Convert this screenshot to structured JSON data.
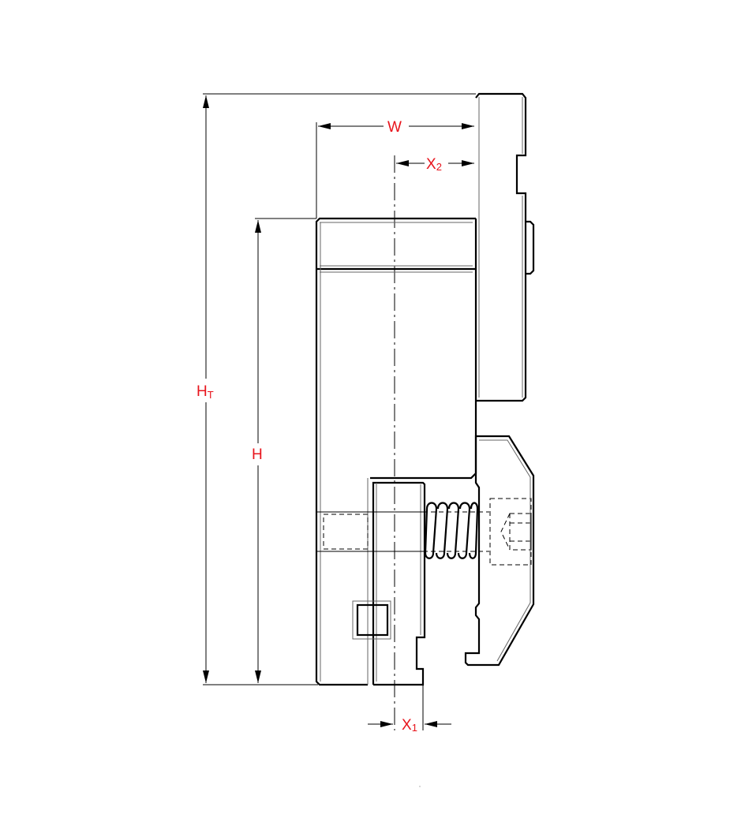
{
  "drawing": {
    "dimensions": {
      "total_height": {
        "main": "H",
        "sub": "T"
      },
      "height": {
        "main": "H"
      },
      "width": {
        "main": "W"
      },
      "offset_top": {
        "main": "X",
        "sub": "2"
      },
      "offset_bottom": {
        "main": "X",
        "sub": "1"
      }
    },
    "label_color": "#e8141c"
  }
}
